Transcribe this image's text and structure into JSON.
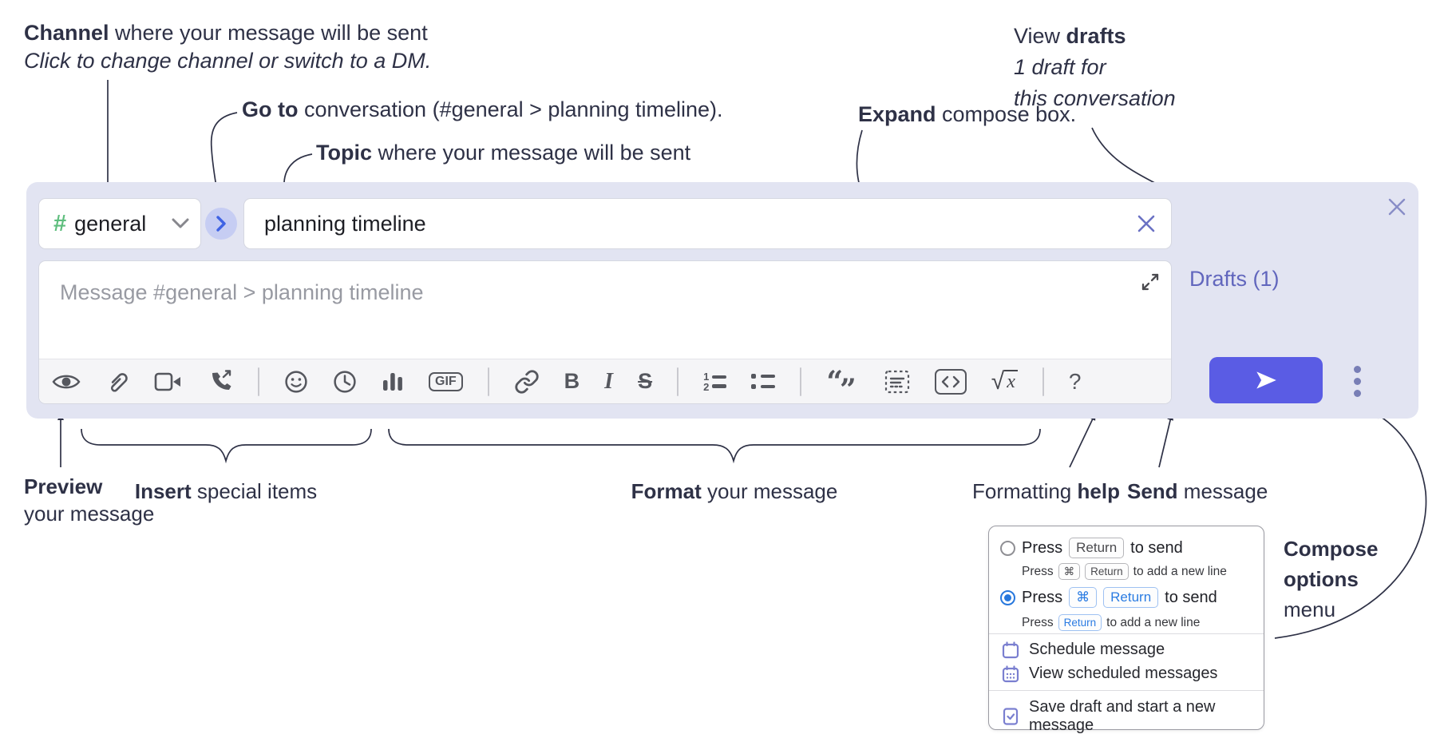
{
  "annotations": {
    "channel": {
      "bold": "Channel",
      "rest": " where your message will be sent",
      "line2": "Click to change channel or switch to a DM."
    },
    "goto": {
      "bold": "Go to",
      "rest": " conversation (#general > planning timeline)."
    },
    "topic": {
      "bold": "Topic",
      "rest": " where your message will be sent"
    },
    "expand": {
      "bold": "Expand",
      "rest": " compose box."
    },
    "drafts": {
      "pre": "View ",
      "bold": "drafts",
      "line2": "1 draft for",
      "line3": "this conversation"
    },
    "preview": {
      "bold": "Preview",
      "line2": "your message"
    },
    "insert": {
      "bold": "Insert",
      "rest": " special items"
    },
    "format": {
      "bold": "Format",
      "rest": " your message"
    },
    "help": {
      "pre": "Formatting ",
      "bold": "help"
    },
    "send": {
      "bold": "Send",
      "rest": " message"
    },
    "compose_options": {
      "bold1": "Compose",
      "bold2": "options",
      "line3": "menu"
    }
  },
  "compose": {
    "channel_hash": "#",
    "channel_name": "general",
    "topic_value": "planning timeline",
    "message_placeholder": "Message #general > planning timeline",
    "drafts_link": "Drafts (1)"
  },
  "toolbar": {
    "gif": "GIF",
    "bold": "B",
    "italic": "I",
    "strike": "S",
    "ol_1": "1",
    "ol_2": "2",
    "quote_open": "“",
    "quote_close": "”",
    "sqrt": "√",
    "sqrt_x": "x",
    "help": "?"
  },
  "popup": {
    "option1": {
      "press": "Press",
      "key": "Return",
      "suffix": "to send",
      "sub_press": "Press",
      "sub_key1": "⌘",
      "sub_key2": "Return",
      "sub_suffix": "to add a new line"
    },
    "option2": {
      "press": "Press",
      "key1": "⌘",
      "key2": "Return",
      "suffix": "to send",
      "sub_press": "Press",
      "sub_key": "Return",
      "sub_suffix": "to add a new line"
    },
    "items": {
      "schedule": "Schedule message",
      "view_scheduled": "View scheduled messages",
      "save_draft": "Save draft and start a new message"
    }
  },
  "colors": {
    "accent_send": "#5a5ce4",
    "container_bg": "#e2e4f2",
    "link_purple": "#6166bd",
    "hash_green": "#5fbe7e",
    "key_blue": "#2b7ce2",
    "ink": "#2e3146"
  }
}
